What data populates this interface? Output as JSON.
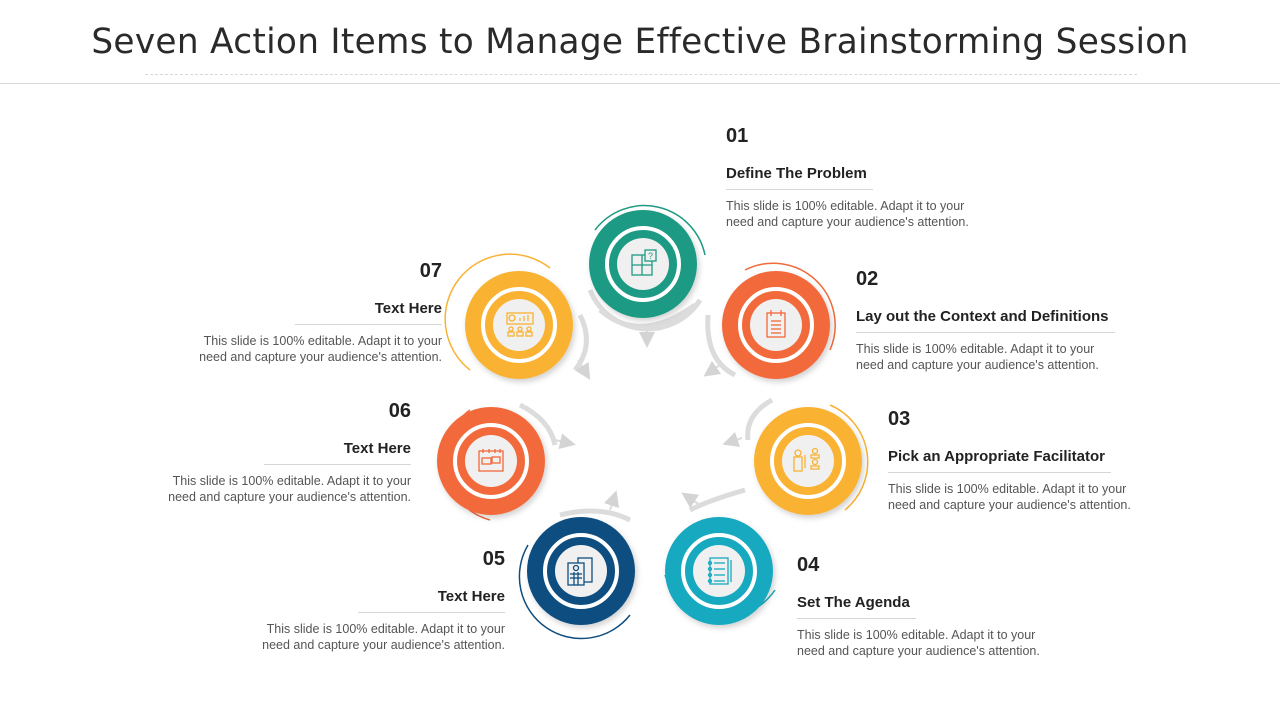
{
  "title": "Seven Action Items to Manage Effective Brainstorming Session",
  "colors": {
    "teal": "#1e9a83",
    "orange": "#f26a3b",
    "yellow": "#f9b233",
    "cyan": "#17a9bf",
    "navy": "#0f4e80",
    "arrow_gray": "#d9d9d9"
  },
  "items": [
    {
      "number": "01",
      "heading": "Define The Problem",
      "description_line1": "This slide is 100% editable. Adapt it to your",
      "description_line2": "need and capture your audience's attention.",
      "icon": "puzzle-question-icon",
      "color": "#1e9a83"
    },
    {
      "number": "02",
      "heading": "Lay out the Context and Definitions",
      "description_line1": "This slide is 100% editable. Adapt it to your",
      "description_line2": "need and capture your audience's attention.",
      "icon": "notepad-list-icon",
      "color": "#f26a3b"
    },
    {
      "number": "03",
      "heading": "Pick an Appropriate Facilitator",
      "description_line1": "This slide is 100% editable. Adapt it to your",
      "description_line2": "need and capture your audience's attention.",
      "icon": "facilitator-team-icon",
      "color": "#f9b233"
    },
    {
      "number": "04",
      "heading": "Set The Agenda",
      "description_line1": "This slide is 100% editable. Adapt it to your",
      "description_line2": "need and capture your audience's attention.",
      "icon": "agenda-checklist-icon",
      "color": "#17a9bf"
    },
    {
      "number": "05",
      "heading": "Text Here",
      "description_line1": "This slide is 100% editable. Adapt it to your",
      "description_line2": "need and capture your audience's attention.",
      "icon": "calculator-document-icon",
      "color": "#0f4e80"
    },
    {
      "number": "06",
      "heading": "Text Here",
      "description_line1": "This slide is 100% editable. Adapt it to your",
      "description_line2": "need and capture your audience's attention.",
      "icon": "calendar-chat-icon",
      "color": "#f26a3b"
    },
    {
      "number": "07",
      "heading": "Text Here",
      "description_line1": "This slide is 100% editable. Adapt it to your",
      "description_line2": "need and capture your audience's attention.",
      "icon": "presentation-audience-icon",
      "color": "#f9b233"
    }
  ]
}
